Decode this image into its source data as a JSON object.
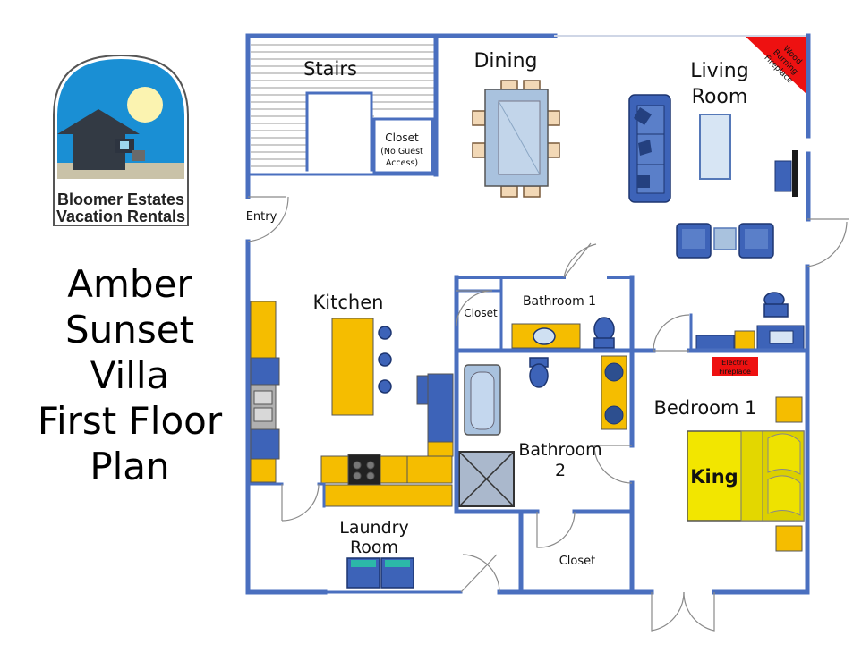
{
  "logo": {
    "line1": "Bloomer Estates",
    "line2": "Vacation Rentals",
    "sky_color": "#1a8fd4",
    "sun_color": "#fbf3b0"
  },
  "title_lines": [
    "Amber",
    "Sunset",
    "Villa",
    "First Floor",
    "Plan"
  ],
  "rooms": {
    "stairs": "Stairs",
    "dining": "Dining",
    "living_line1": "Living",
    "living_line2": "Room",
    "closet_noguest_line1": "Closet",
    "closet_noguest_line2": "(No Guest",
    "closet_noguest_line3": "Access)",
    "entry": "Entry",
    "kitchen": "Kitchen",
    "closet_small": "Closet",
    "bathroom1": "Bathroom 1",
    "bathroom2_line1": "Bathroom",
    "bathroom2_line2": "2",
    "bedroom1": "Bedroom 1",
    "laundry_line1": "Laundry",
    "laundry_line2": "Room",
    "closet_bottom": "Closet"
  },
  "furniture": {
    "bed": "King",
    "wood_fireplace_line1": "Wood",
    "wood_fireplace_line2": "Burning",
    "wood_fireplace_line3": "Fireplace",
    "electric_line1": "Electric",
    "electric_line2": "Fireplace"
  },
  "colors": {
    "wall": "#4a6fbf",
    "furniture_blue": "#3d63b8",
    "accent_yellow": "#f5bd00",
    "bed_yellow": "#f2e600",
    "fireplace_red": "#ee1111"
  }
}
